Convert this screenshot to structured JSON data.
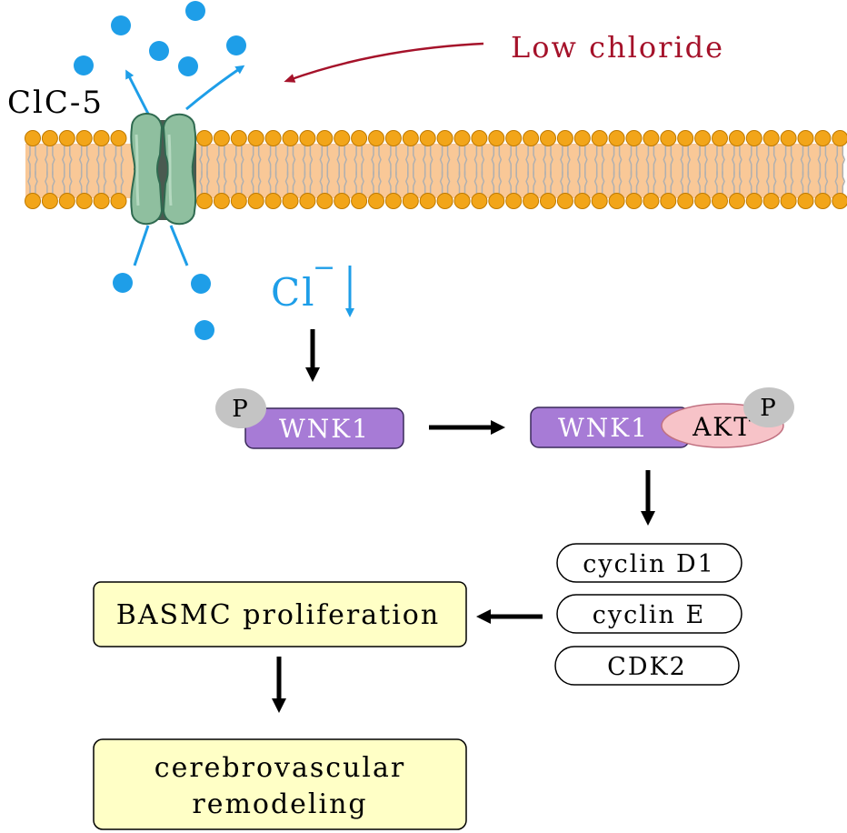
{
  "labels": {
    "channel": "ClC-5",
    "low_chloride": "Low chloride",
    "chloride_ion": "Cl",
    "chloride_charge": "−",
    "phospho": "P",
    "wnk1": "WNK1",
    "akt": "AKT",
    "cyclin_d1": "cyclin D1",
    "cyclin_e": "cyclin E",
    "cdk2": "CDK2",
    "proliferation": "BASMC proliferation",
    "remodeling_line1": "cerebrovascular",
    "remodeling_line2": "remodeling"
  },
  "colors": {
    "ion": "#1e9ee8",
    "lipid_head": "#f2a519",
    "lipid_band": "#f9c897",
    "channel": "#8fbf9f",
    "channel_dark": "#4a5a50",
    "wnk1": "#a77bd6",
    "akt": "#f7c3c8",
    "phospho": "#c4c4c4",
    "process_box": "#ffffc6",
    "low_chloride_text": "#a5122a"
  }
}
